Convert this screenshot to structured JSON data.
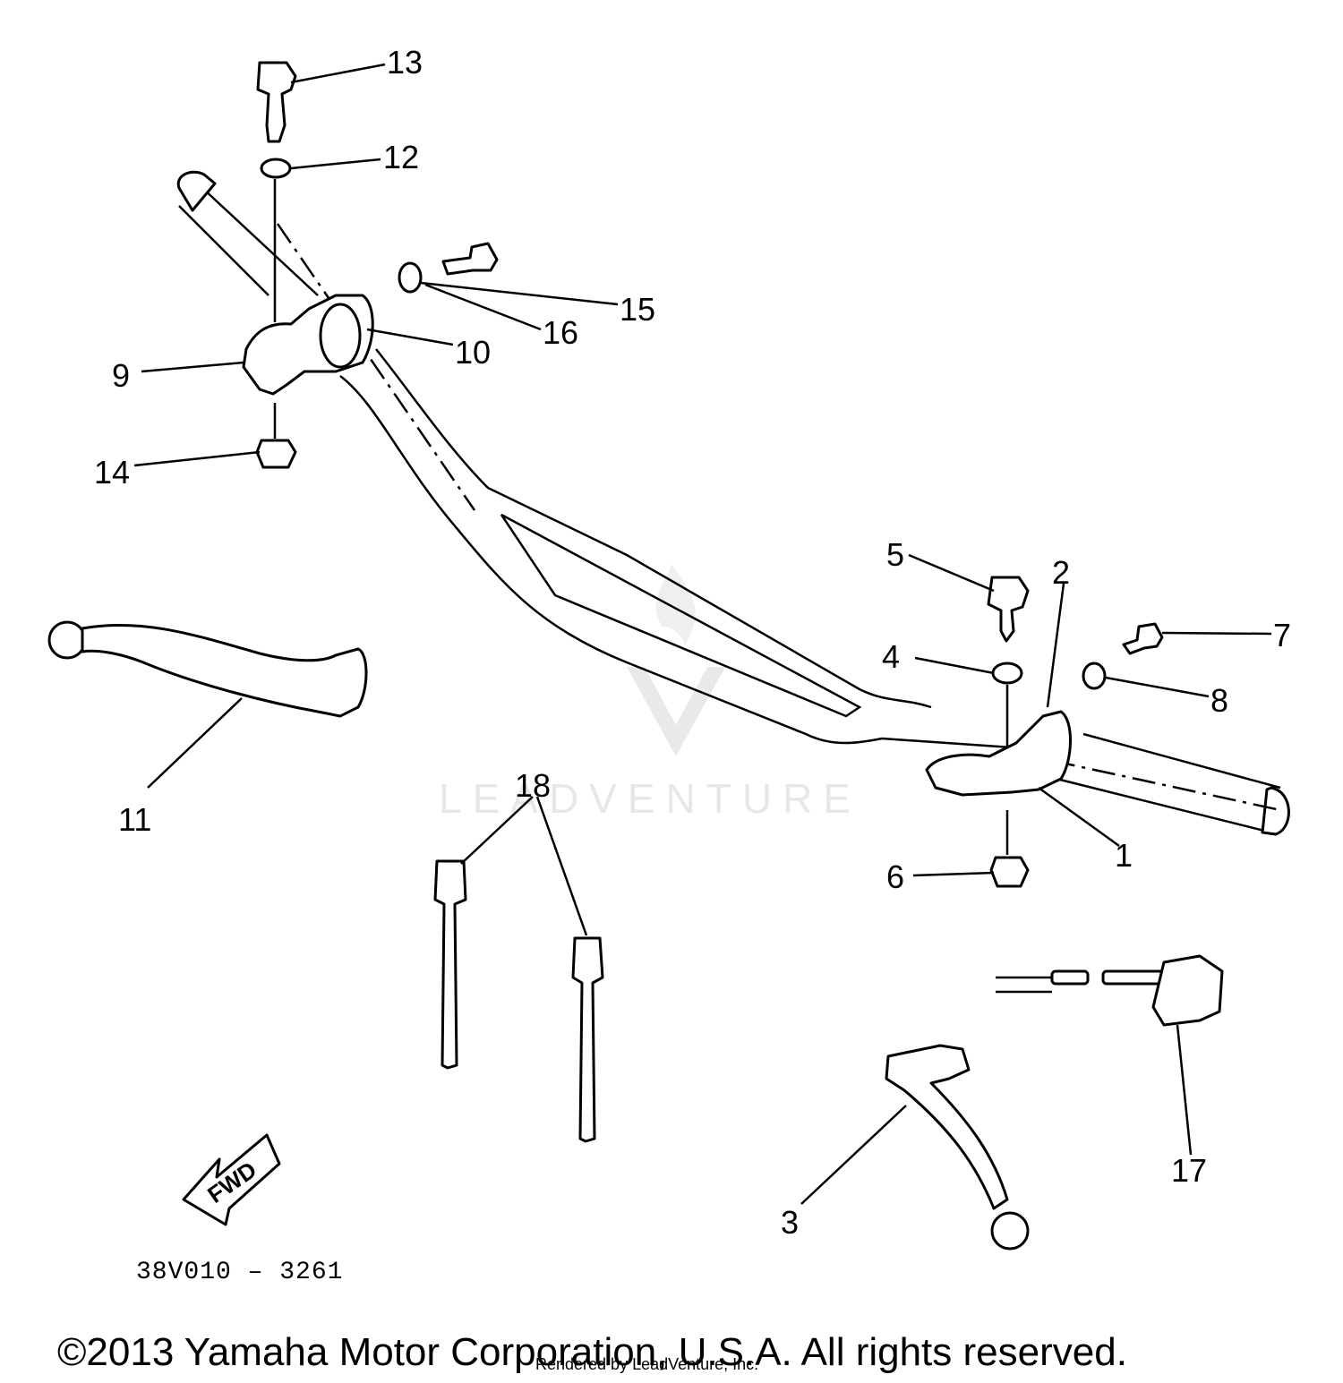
{
  "callouts": {
    "c1": "1",
    "c2": "2",
    "c3": "3",
    "c4": "4",
    "c5": "5",
    "c6": "6",
    "c7": "7",
    "c8": "8",
    "c9": "9",
    "c10": "10",
    "c11": "11",
    "c12": "12",
    "c13": "13",
    "c14": "14",
    "c15": "15",
    "c16": "16",
    "c17": "17",
    "c18": "18"
  },
  "fwd_label": "FWD",
  "diagram_code": "38V010 – 3261",
  "watermark": "LEADVENTURE",
  "rendered_by": "Rendered by LeadVenture, Inc.",
  "copyright": "©2013 Yamaha Motor Corporation, U.S.A. All rights reserved."
}
